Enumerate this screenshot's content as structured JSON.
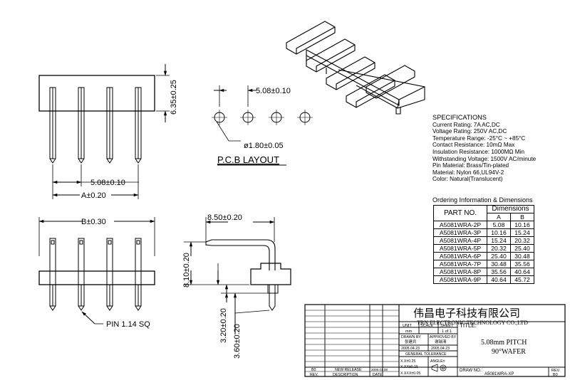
{
  "dimensions": {
    "pitch_front": "5.08±0.10",
    "a_dim": "A±0.20",
    "height_top": "6.35±0.25",
    "b_dim": "B±0.30",
    "pin_label": "PIN  1.14  SQ",
    "pcb_pitch": "5.08±0.10",
    "hole_dia": "ø1.80±0.05",
    "pcb_layout": "P.C.B  LAYOUT",
    "side_top": "8.50±0.20",
    "side_height": "8.10±0.20",
    "side_low1": "3.20±0.20",
    "side_low2": "3.60±0.20"
  },
  "specifications": {
    "heading": "SPECIFICATIONS",
    "lines": [
      "Current Rating: 7A AC,DC",
      "Voltage Rating: 250V AC,DC",
      "Temperature Range: -25°C ~ +85°C",
      "Contact Resistance: 10mΩ Max",
      "Insulation Resistance: 1000MΩ Min",
      "Withstanding Voltage: 1500V AC/minute",
      "Pin Material: Brass/Tin-plated",
      "Material: Nylon 66,UL94V-2",
      "Color: Natural(Translucent)"
    ]
  },
  "ordering": {
    "title": "Ordering Information & Dimensions",
    "col_part": "PART NO.",
    "col_dims": "Dimensions",
    "col_a": "A",
    "col_b": "B",
    "rows": [
      {
        "part": "A5081WRA-2P",
        "a": "5.08",
        "b": "10.16"
      },
      {
        "part": "A5081WRA-3P",
        "a": "10.16",
        "b": "15.24"
      },
      {
        "part": "A5081WRA-4P",
        "a": "15.24",
        "b": "20.32"
      },
      {
        "part": "A5081WRA-5P",
        "a": "20.32",
        "b": "25.40"
      },
      {
        "part": "A5081WRA-6P",
        "a": "25.40",
        "b": "30.48"
      },
      {
        "part": "A5081WRA-7P",
        "a": "30.48",
        "b": "35.56"
      },
      {
        "part": "A5081WRA-8P",
        "a": "35.56",
        "b": "40.64"
      },
      {
        "part": "A5081WRA-9P",
        "a": "40.64",
        "b": "45.72"
      }
    ]
  },
  "title_block": {
    "company_cn": "伟昌电子科技有限公司",
    "company_en": "TRN ELECTRONIC TECHNOLOGY CO.,LTD",
    "unit_label": "UNIT",
    "unit_value": "mm",
    "scale_label": "SCALE",
    "sheet_label": "SHEET",
    "sheet_value": "1 of 1",
    "title_label": "TITLE:",
    "title_line1": "5.08mm PITCH",
    "title_line2": "90°WAFER",
    "drawn_by_label": "DRAWN BY",
    "drawn_by_name": "张建兵",
    "drawn_date": "2005.04.23",
    "approved_label": "APPROVED BY",
    "approved_name": "谢瑞清",
    "approved_date": "2005.04.23",
    "tolerance_label": "GENERAL TOLERANCE",
    "tol1": "X.X±0.25",
    "tol2": "X.XX±0.15",
    "tol3": "X.XXX±0.05",
    "angle_label": "ANGLE±",
    "drawing_no_label": "DRAW NO.:",
    "drawing_no": "A5081WRA-XP",
    "rev_label": "REV.",
    "rev_value": "B0",
    "rev_row_rev": "B0",
    "rev_row_desc": "NEW RELEASE",
    "rev_row_date": "2006.01.08",
    "hdr_rev": "REV.",
    "hdr_desc": "DESCRIPTION",
    "hdr_date": "DATE"
  }
}
